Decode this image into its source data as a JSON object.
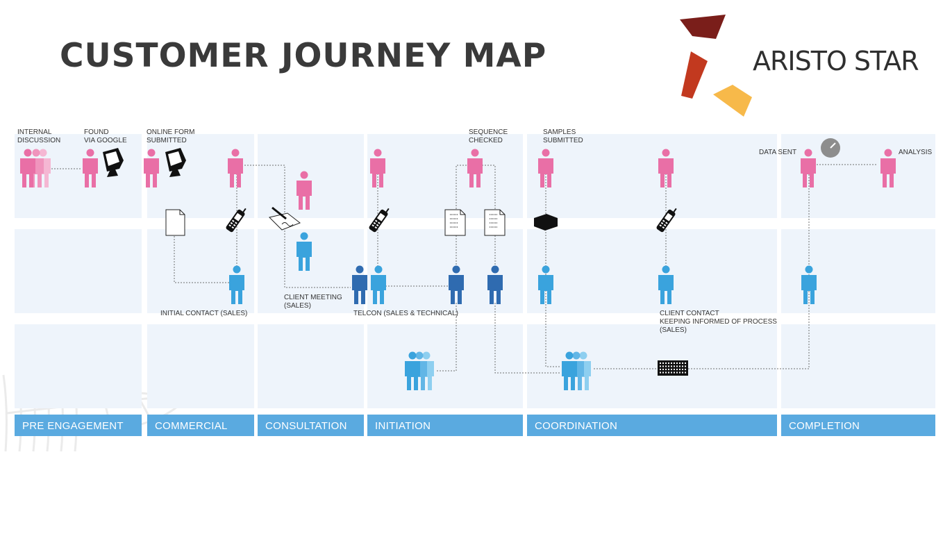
{
  "header": {
    "title": "CUSTOMER JOURNEY MAP",
    "brand": "ARISTO STAR"
  },
  "colors": {
    "customer": "#e96fa6",
    "customer_faded": "#f5b7d3",
    "sales": "#2f6bb0",
    "technical": "#3aa3dd",
    "team_light": "#8ecff0",
    "stage_bar": "#5aaae0",
    "panel": "#eef4fb",
    "logo_dark": "#7a1e1a",
    "logo_red": "#c2391f",
    "logo_yellow": "#f7b94a"
  },
  "stages": [
    "PRE ENGAGEMENT",
    "COMMERCIAL",
    "CONSULTATION",
    "INITIATION",
    "COORDINATION",
    "COMPLETION"
  ],
  "labels": {
    "internal_discussion": "INTERNAL\nDISCUSSION",
    "found_via_google": "FOUND\nVIA GOOGLE",
    "online_form": "ONLINE FORM\nSUBMITTED",
    "sequence_checked": "SEQUENCE\nCHECKED",
    "samples_submitted": "SAMPLES\nSUBMITTED",
    "data_sent": "DATA SENT",
    "analysis": "ANALYSIS",
    "initial_contact": "INITIAL CONTACT (SALES)",
    "client_meeting": "CLIENT MEETING\n(SALES)",
    "telcon": "TELCON (SALES & TECHNICAL)",
    "client_contact": "CLIENT CONTACT\nKEEPING INFORMED OF PROCESS\n(SALES)"
  },
  "icons": {
    "person": "person-icon",
    "group": "group-icon",
    "computer": "computer-icon",
    "mobile_phone": "mobile-phone-icon",
    "document": "document-icon",
    "data_sheet": "data-sheet-icon",
    "signature": "signature-icon",
    "sample_box": "sample-box-icon",
    "sequencer": "sequencer-icon",
    "gauge": "gauge-icon"
  }
}
